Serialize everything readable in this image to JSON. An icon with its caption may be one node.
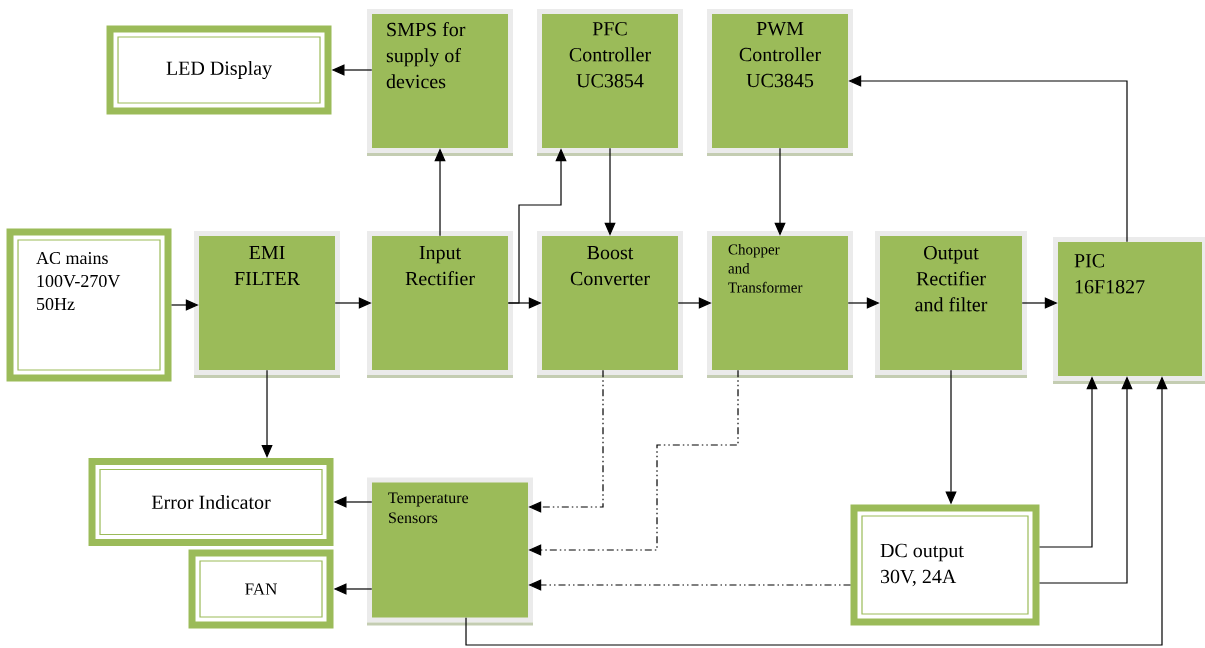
{
  "diagram": {
    "nodes": [
      {
        "text": [
          "LED Display"
        ]
      },
      {
        "text": [
          "SMPS for supply of devices"
        ]
      },
      {
        "text": [
          "PFC Controller UC3854"
        ]
      },
      {
        "text": [
          "PWM Controller UC3845"
        ]
      },
      {
        "text": [
          "AC mains 100V-270V 50Hz"
        ]
      },
      {
        "text": [
          "EMI FILTER"
        ]
      },
      {
        "text": [
          "Input Rectifier"
        ]
      },
      {
        "text": [
          "Boost Converter"
        ]
      },
      {
        "text": [
          "Chopper and Transformer"
        ]
      },
      {
        "text": [
          "Output Rectifier and filter"
        ]
      },
      {
        "text": [
          "PIC 16F1827"
        ]
      },
      {
        "text": [
          "Error Indicator"
        ]
      },
      {
        "text": [
          "Temperature Sensors"
        ]
      },
      {
        "text": [
          "FAN"
        ]
      },
      {
        "text": [
          "DC output 30V, 24A"
        ]
      }
    ],
    "edges": [
      {
        "from": 1,
        "to": 0,
        "arrow": "to"
      },
      {
        "from": 6,
        "to": 1,
        "arrow": "to"
      },
      {
        "from": 6,
        "to": 2,
        "arrow": "to"
      },
      {
        "from": 2,
        "to": 7,
        "arrow": "to"
      },
      {
        "from": 3,
        "to": 8,
        "arrow": "to"
      },
      {
        "from": 10,
        "to": 3,
        "arrow": "to"
      },
      {
        "from": 4,
        "to": 5,
        "arrow": "to"
      },
      {
        "from": 5,
        "to": 6,
        "arrow": "to"
      },
      {
        "from": 6,
        "to": 7,
        "arrow": "to"
      },
      {
        "from": 7,
        "to": 8,
        "arrow": "to"
      },
      {
        "from": 8,
        "to": 9,
        "arrow": "to"
      },
      {
        "from": 9,
        "to": 10,
        "arrow": "to"
      },
      {
        "from": 5,
        "to": 11,
        "arrow": "to"
      },
      {
        "from": 12,
        "to": 11,
        "arrow": "to"
      },
      {
        "from": 12,
        "to": 13,
        "arrow": "to"
      },
      {
        "from": 7,
        "to": 12,
        "arrow": "to",
        "style": "dashed"
      },
      {
        "from": 8,
        "to": 12,
        "arrow": "to",
        "style": "dashed"
      },
      {
        "from": 14,
        "to": 12,
        "arrow": "to",
        "style": "dashed"
      },
      {
        "from": 9,
        "to": 14,
        "arrow": "to"
      },
      {
        "from": 14,
        "to": 10,
        "arrow": "to"
      },
      {
        "from": 14,
        "to": 10,
        "arrow": "to"
      },
      {
        "from": 12,
        "to": 10,
        "arrow": "to"
      }
    ]
  }
}
